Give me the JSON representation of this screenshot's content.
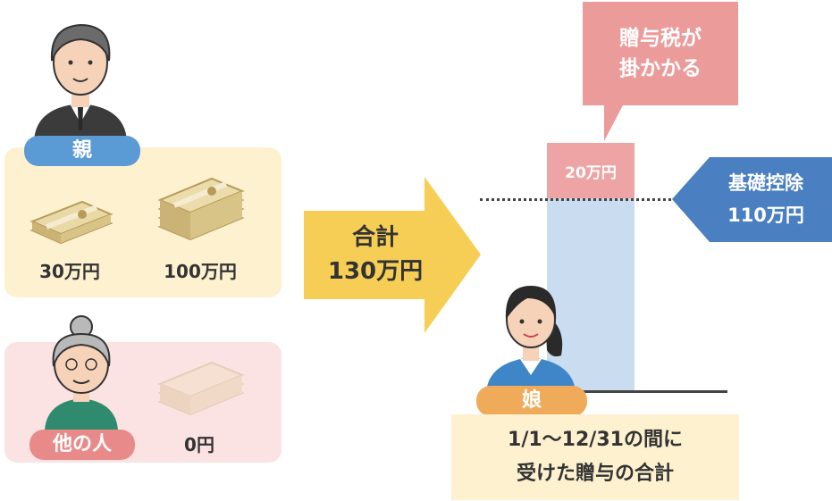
{
  "parent": {
    "label": "親",
    "amounts": [
      "30万円",
      "100万円"
    ]
  },
  "other": {
    "label": "他の人",
    "amount": "0円"
  },
  "total_arrow": {
    "line1": "合計",
    "line2": "130万円"
  },
  "bar": {
    "excess_label": "20万円"
  },
  "callout": {
    "line1": "贈与税が",
    "line2": "掛かかる"
  },
  "deduction": {
    "line1": "基礎控除",
    "line2": "110万円"
  },
  "daughter": {
    "label": "娘"
  },
  "caption": {
    "line1": "1/1～12/31の間に",
    "line2": "受けた贈与の合計"
  },
  "colors": {
    "parent_panel": "#fdf1d0",
    "parent_badge": "#5b9bd5",
    "other_panel": "#fbe3e3",
    "other_badge": "#e98a8a",
    "arrow": "#f7ce55",
    "bar_base": "#c9dcf0",
    "bar_excess": "#eea4a4",
    "callout": "#ec9b9b",
    "deduction": "#4a7fc1",
    "daughter_badge": "#f0ab5a",
    "caption_panel": "#fdf1d0"
  }
}
